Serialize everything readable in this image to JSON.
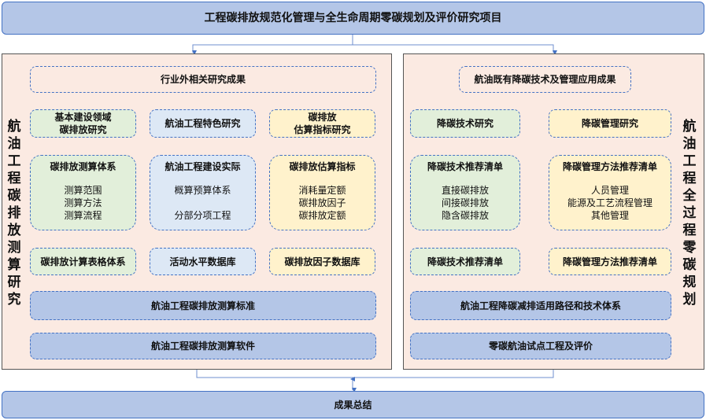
{
  "title": "工程碳排放规范化管理与全生命周期零碳规划及评价研究项目",
  "left": {
    "label": "航油工程碳排放测算研究",
    "top": "行业外相关研究成果",
    "row2": [
      "基本建设领域\n碳排放研究",
      "航油工程特色研究",
      "碳排放\n估算指标研究"
    ],
    "row3": [
      {
        "title": "碳排放测算体系",
        "items": [
          "测算范围",
          "测算方法",
          "测算流程"
        ]
      },
      {
        "title": "航油工程建设实际",
        "items": [
          "概算预算体系",
          "",
          "分部分项工程"
        ]
      },
      {
        "title": "碳排放估算指标",
        "items": [
          "消耗量定额",
          "碳排放因子",
          "碳排放定额"
        ]
      }
    ],
    "row4": [
      "碳排放计算表格体系",
      "活动水平数据库",
      "碳排放因子数据库"
    ],
    "standard": "航油工程碳排放测算标准",
    "software": "航油工程碳排放测算软件"
  },
  "right": {
    "label": "航油工程全过程零碳规划",
    "top": "航油既有降碳技术及管理应用成果",
    "row2": [
      "降碳技术研究",
      "降碳管理研究"
    ],
    "row3": [
      {
        "title": "降碳技术推荐清单",
        "items": [
          "直接碳排放",
          "间接碳排放",
          "隐含碳排放"
        ]
      },
      {
        "title": "降碳管理方法推荐清单",
        "items": [
          "人员管理",
          "能源及工艺流程管理",
          "其他管理"
        ]
      }
    ],
    "row4": [
      "降碳技术推荐清单",
      "降碳管理方法推荐清单"
    ],
    "path": "航油工程降碳减排适用路径和技术体系",
    "pilot": "零碳航油试点工程及评价"
  },
  "summary": "成果总结"
}
